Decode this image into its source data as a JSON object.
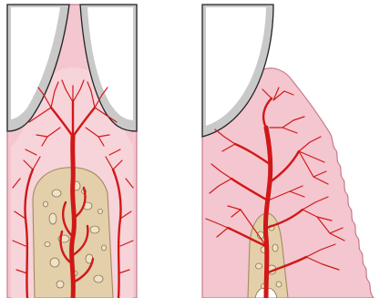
{
  "colors": {
    "background": "#ffffff",
    "outline": "#222222",
    "tooth_gray": "#c9c9c9",
    "tooth_white": "#ffffff",
    "soft_tissue_pink": "#f4c6cf",
    "soft_tissue_light": "#f9dde3",
    "tissue_border": "#d48a99",
    "vessel_red": "#d01818",
    "bone_tan": "#e3cfaa",
    "bone_outline": "#b49a6e",
    "bone_pore_fill": "#efe2c8"
  },
  "panels": [
    {
      "id": "left",
      "description_tag": "interdental-papilla-with-bone-crest",
      "elements": [
        "tooth-left-a",
        "tooth-left-b",
        "papilla-soft-tissue",
        "septal-bone",
        "vascular-network"
      ]
    },
    {
      "id": "right",
      "description_tag": "marginal-gingiva-with-bone-crest",
      "elements": [
        "tooth-right",
        "gingiva-soft-tissue",
        "alveolar-bone",
        "vascular-network"
      ]
    }
  ]
}
